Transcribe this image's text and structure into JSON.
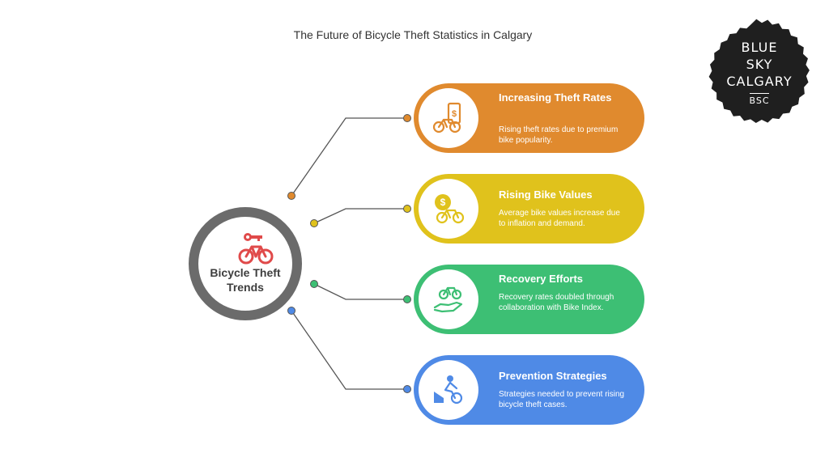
{
  "title": "The Future of Bicycle Theft Statistics in Calgary",
  "hub": {
    "label": "Bicycle Theft Trends",
    "icon": "bike-key-icon"
  },
  "cards": [
    {
      "title": "Increasing Theft Rates",
      "desc": "Rising theft rates due to premium bike popularity.",
      "icon": "bike-price-tag-icon",
      "color": "#e08a2e"
    },
    {
      "title": "Rising Bike Values",
      "desc": "Average bike values increase due to inflation and demand.",
      "icon": "bike-coin-icon",
      "color": "#e0c21c"
    },
    {
      "title": "Recovery Efforts",
      "desc": "Recovery rates doubled through collaboration with Bike Index.",
      "icon": "hand-bike-icon",
      "color": "#3dbf74"
    },
    {
      "title": "Prevention Strategies",
      "desc": "Strategies needed to prevent rising bicycle theft cases.",
      "icon": "cyclist-obstacle-icon",
      "color": "#4f8ae6"
    }
  ],
  "logo": {
    "line1": "BLUE",
    "line2": "SKY",
    "line3": "CALGARY",
    "line4": "BSC"
  }
}
